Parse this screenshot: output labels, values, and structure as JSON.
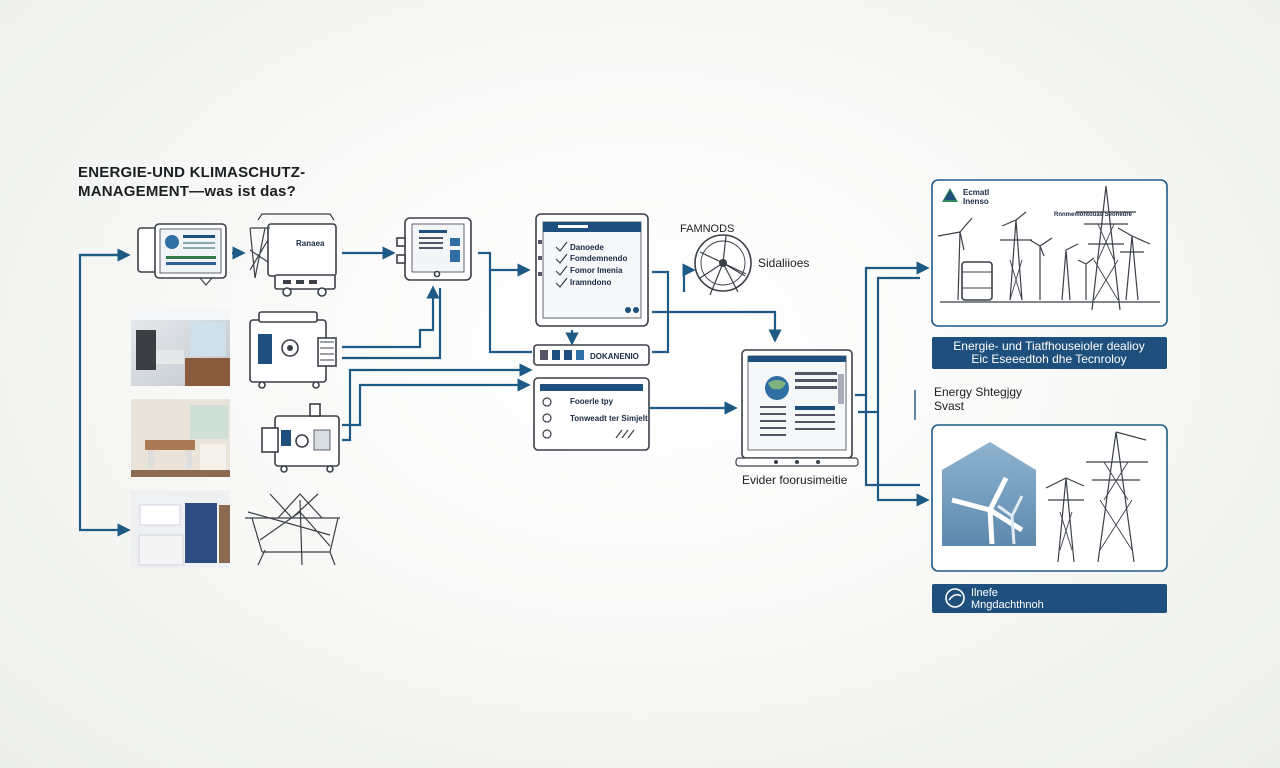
{
  "title": {
    "line1": "ENERGIE-UND KLIMASCHUTZ-",
    "line2": "MANAGEMENT—was ist das?"
  },
  "labels": {
    "meter_screen": "Ranaea",
    "funnel_top": "FAMNODS",
    "funnel_side": "Sidaliioes",
    "status_bar": "DOKANENIO",
    "checklist": [
      "Danoede",
      "Fomdemnendo",
      "Fomor Imenia",
      "Iramndono"
    ],
    "panel_items": [
      "Fooerle tpy",
      "Tonweadt ter Simjelt"
    ],
    "dashboard_caption": "Evider foorusimeitie",
    "top_panel_header": [
      "Ecmatl",
      "Inenso"
    ],
    "top_panel_sign": "Rnnmemontouas Seonedre",
    "banner1": [
      "Energie- und Tiatfhouseioler dealioy",
      "Eic Eseeedtoh dhe Tecnroloy"
    ],
    "strategy_label": [
      "Energy Shtegjgy",
      "Svast"
    ],
    "banner2": [
      "Ilnefe",
      "Mngdachthnoh"
    ]
  },
  "colors": {
    "accent": "#1e5a86",
    "banner": "#1e4f7d",
    "line_art": "#3b4048"
  },
  "icons": [
    "tablet-meter-icon",
    "transformer-icon",
    "control-panel-icon",
    "checklist-tablet-icon",
    "wind-turbine-icon",
    "boiler-icon",
    "generator-icon",
    "power-pylon-icon",
    "dashboard-monitor-icon",
    "globe-icon"
  ]
}
